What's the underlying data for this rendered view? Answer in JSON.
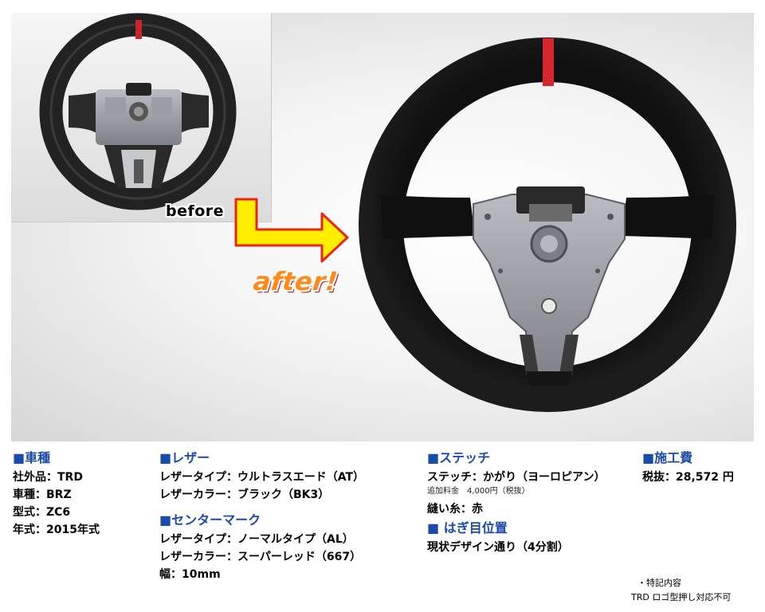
{
  "labels": {
    "before": "before",
    "after": "after!"
  },
  "sections": {
    "vehicle": {
      "heading": "■車種",
      "rows": [
        "社外品：TRD",
        "車種：BRZ",
        "型式：ZC6",
        "年式：2015年式"
      ]
    },
    "leather": {
      "heading": "■レザー",
      "rows": [
        "レザータイプ：ウルトラスエード（AT）",
        "レザーカラー：ブラック（BK3）"
      ]
    },
    "center_mark": {
      "heading": "■センターマーク",
      "rows": [
        "レザータイプ：ノーマルタイプ（AL）",
        "レザーカラー：スーパーレッド（667）",
        "幅：10mm"
      ]
    },
    "stitch": {
      "heading": "■ステッチ",
      "row1": "ステッチ：かがり（ヨーロピアン）",
      "extra_fee": "追加料金　4,000円（税抜）",
      "row2": "縫い糸：赤"
    },
    "seam": {
      "heading": "■ はぎ目位置",
      "rows": [
        "現状デザイン通り（4分割）"
      ]
    },
    "cost": {
      "heading": "■施工費",
      "rows": [
        "税抜：28,572 円"
      ]
    }
  },
  "notes": {
    "line1": "・特記内容",
    "line2": "TRD ロゴ型押し対応不可"
  },
  "colors": {
    "heading_blue": "#1a4ba8",
    "arrow_yellow": "#ffee00",
    "arrow_outline": "#e8261a",
    "after_text": "#ff8a1a",
    "center_mark_red": "#d8262e",
    "suede_black": "#101010"
  }
}
